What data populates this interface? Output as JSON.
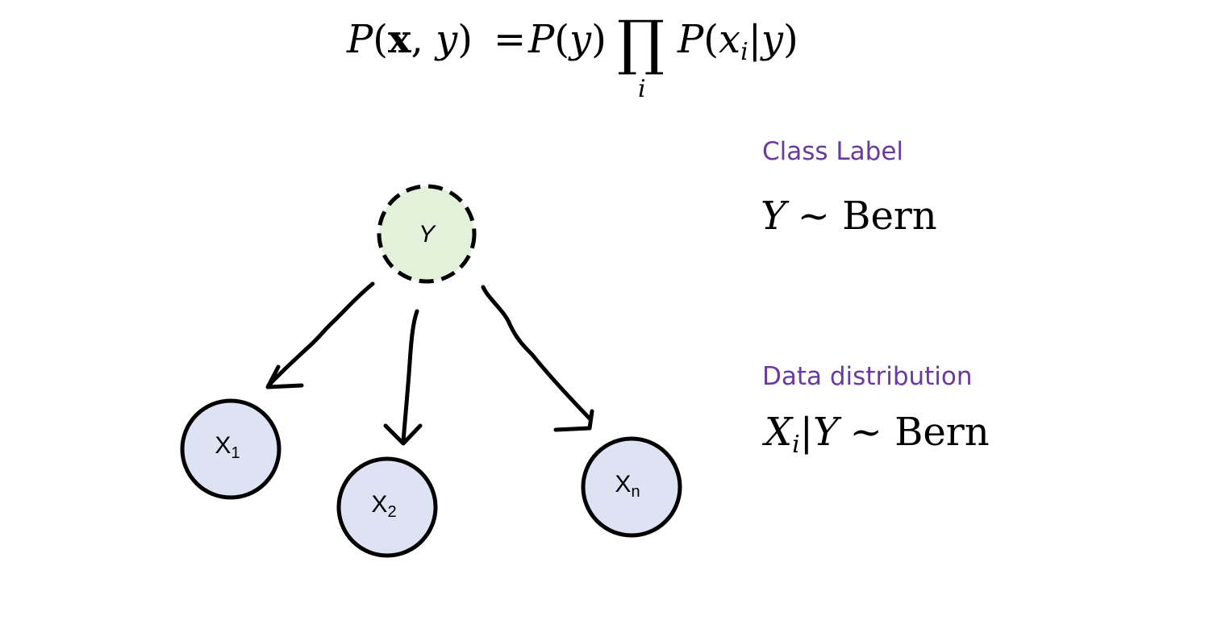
{
  "equation": {
    "lhs": "P(x, y)",
    "rhs_prior": "P(y)",
    "product_symbol": "∏",
    "product_index": "i",
    "rhs_likelihood": "P(x",
    "rhs_likelihood_sub": "i",
    "rhs_likelihood_tail": "|y)"
  },
  "graph": {
    "root": {
      "label": "Y",
      "fill": "#e3f0da",
      "stroke": "#000000",
      "style": "dashed"
    },
    "children": [
      {
        "label": "X",
        "sub": "1",
        "fill": "#dde3f3"
      },
      {
        "label": "X",
        "sub": "2",
        "fill": "#dde3f3"
      },
      {
        "label": "X",
        "sub": "n",
        "fill": "#dde3f3"
      }
    ]
  },
  "annotations": {
    "class_label": {
      "heading": "Class Label",
      "formula_var": "Y",
      "formula_rest": "~ Bern"
    },
    "data_distribution": {
      "heading": "Data distribution",
      "formula_var": "X",
      "formula_sub": "i",
      "formula_given": "|",
      "formula_var2": "Y",
      "formula_rest": "~ Bern"
    }
  },
  "colors": {
    "accent_text": "#6b3a9e",
    "root_fill": "#e3f0da",
    "child_fill": "#dde3f3",
    "stroke": "#000000"
  }
}
